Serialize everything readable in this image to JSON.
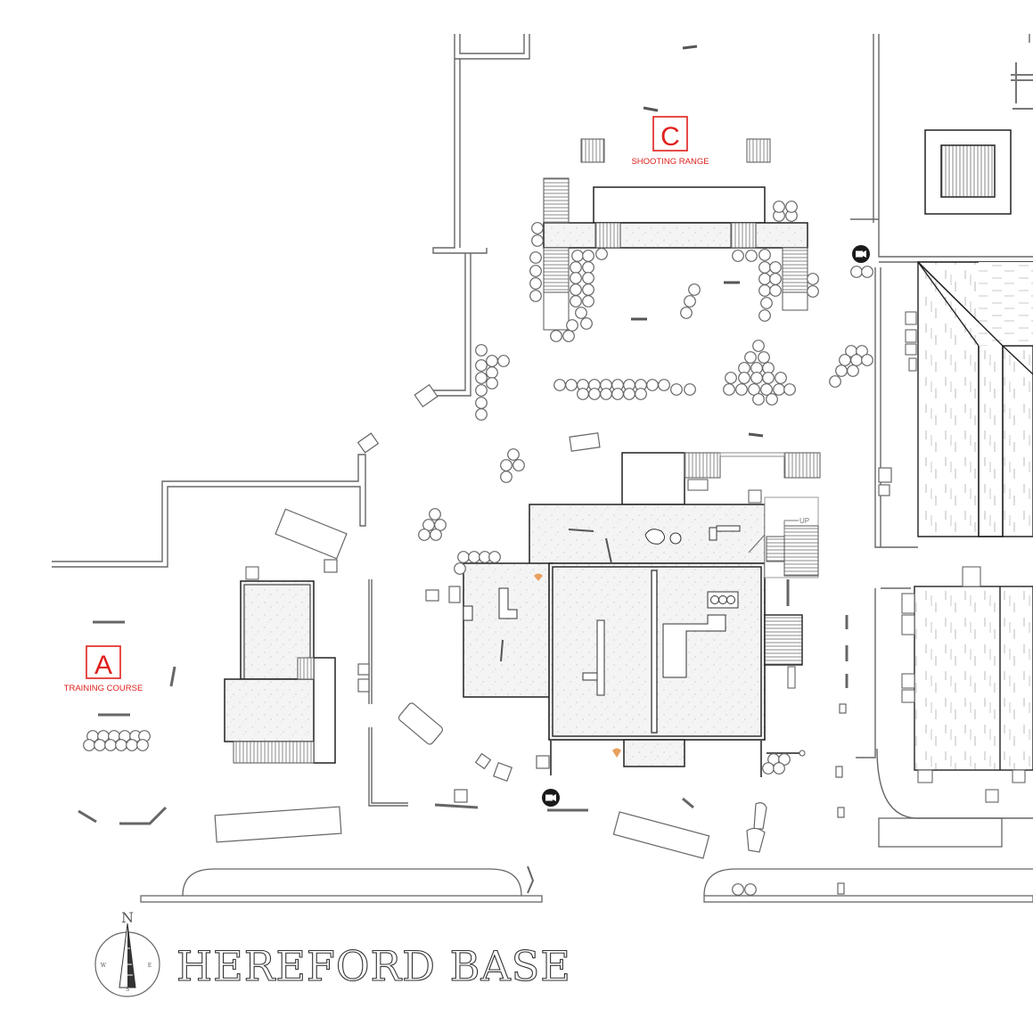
{
  "title": "HEREFORD BASE",
  "compass": {
    "n": "N",
    "s": "S",
    "e": "E",
    "w": "W"
  },
  "zones": [
    {
      "letter": "C",
      "label": "SHOOTING RANGE"
    },
    {
      "letter": "A",
      "label": "TRAINING COURSE"
    }
  ],
  "stairs_label": "UP",
  "colors": {
    "zone": "#e0201c",
    "line": "#555555",
    "building_fill": "#f3f3f3",
    "camera": "#1a1a1a",
    "marker": "#e8a060"
  },
  "icons": [
    "camera-icon",
    "compass-icon",
    "tree-icon",
    "stairs-icon"
  ]
}
